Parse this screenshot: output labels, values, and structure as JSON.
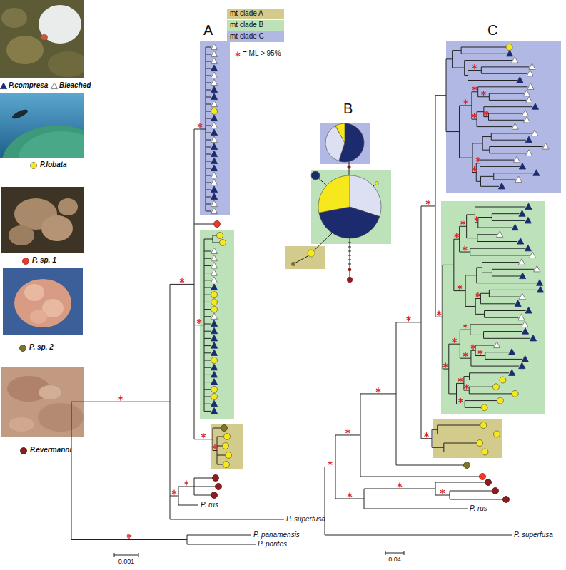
{
  "diagram": {
    "labels": [
      "A",
      "B",
      "C",
      "P. rus",
      "P. superfusa",
      "P. panamensis",
      "P. porites",
      "0.001",
      "P. rus",
      "P. superfusa",
      "0.04"
    ],
    "legend": [
      {
        "text": "P.compresa"
      },
      {
        "text": "Bleached"
      },
      {
        "text": "P.lobata"
      },
      {
        "text": "P. sp. 1"
      },
      {
        "text": "P. sp. 2"
      },
      {
        "text": "P.evermanni"
      },
      {
        "text": "mt clade A",
        "color": "#d3cb8c"
      },
      {
        "text": "mt clade B",
        "color": "#bde2b9"
      },
      {
        "text": "mt clade C",
        "color": "#b1b8e3"
      },
      {
        "text": "= ML > 95%"
      }
    ]
  }
}
